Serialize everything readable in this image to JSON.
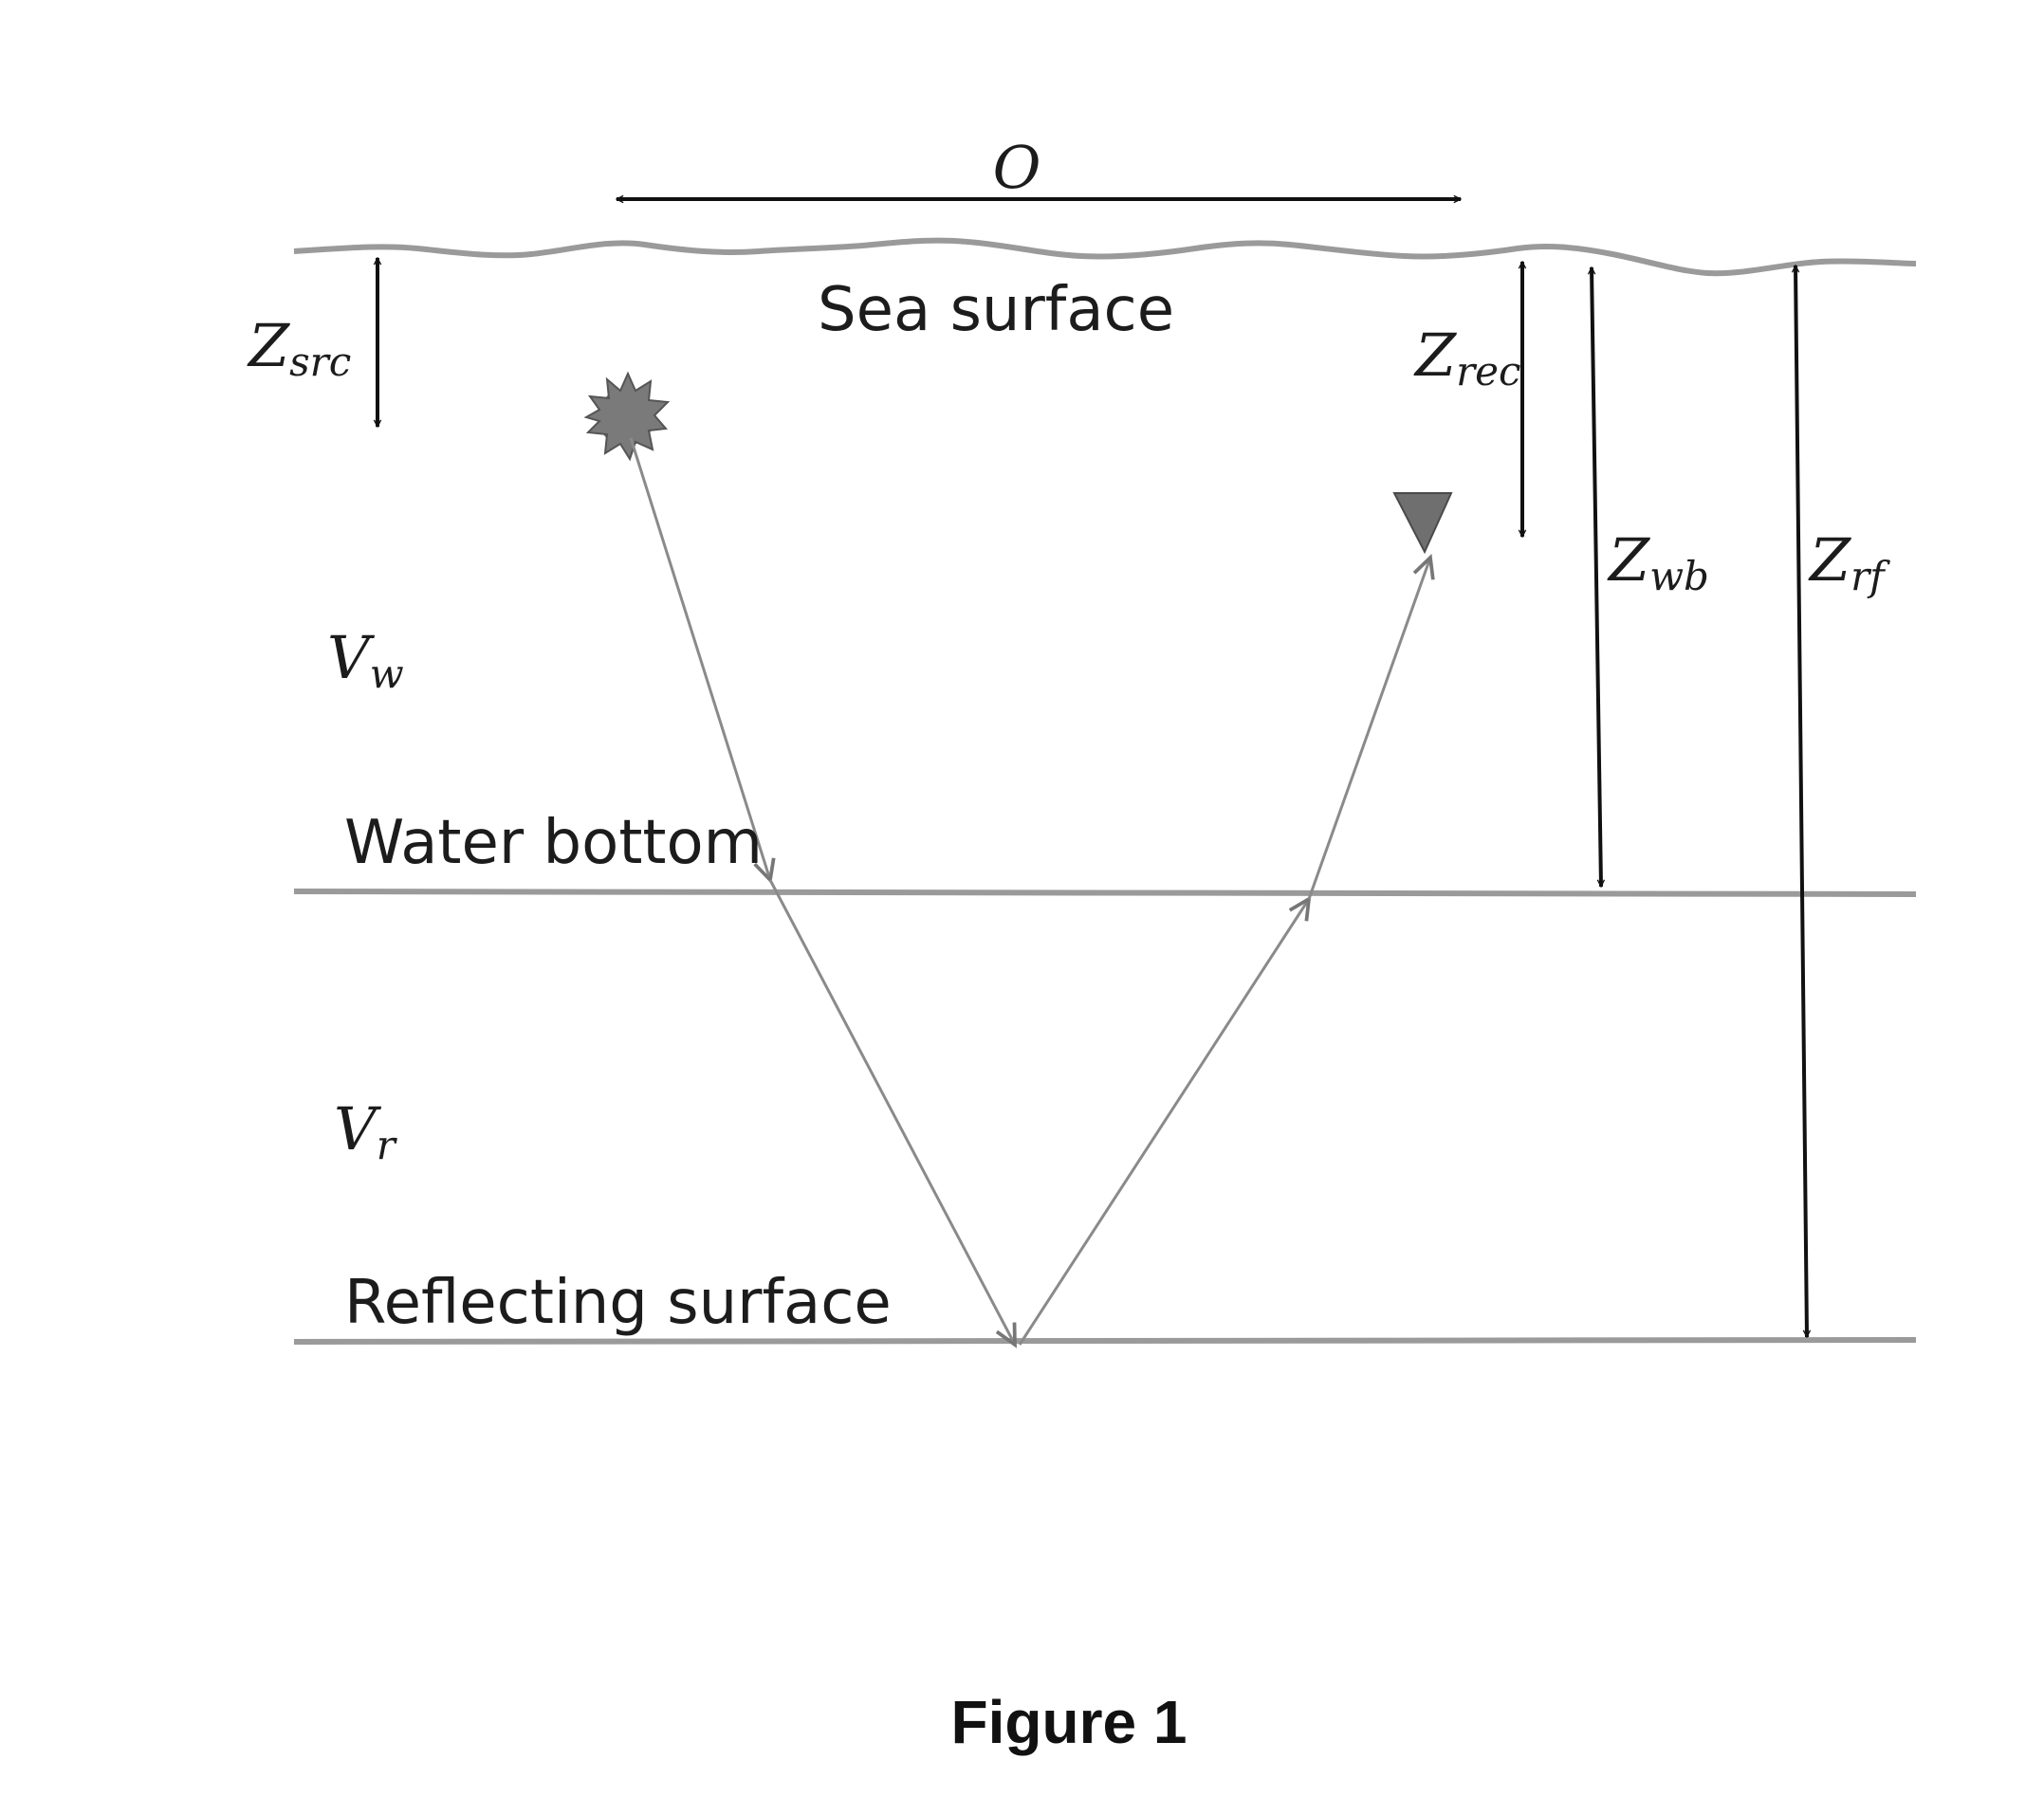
{
  "layers": {
    "sea_surface": "Sea surface",
    "water_bottom": "Water bottom",
    "reflecting_surface": "Reflecting surface"
  },
  "symbols": {
    "offset": "O",
    "z_src": {
      "base": "Z",
      "sub": "src"
    },
    "z_rec": {
      "base": "Z",
      "sub": "rec"
    },
    "z_wb": {
      "base": "Z",
      "sub": "wb"
    },
    "z_rf": {
      "base": "Z",
      "sub": "rf"
    },
    "v_w": {
      "base": "V",
      "sub": "w"
    },
    "v_r": {
      "base": "V",
      "sub": "r"
    }
  },
  "caption": "Figure 1"
}
